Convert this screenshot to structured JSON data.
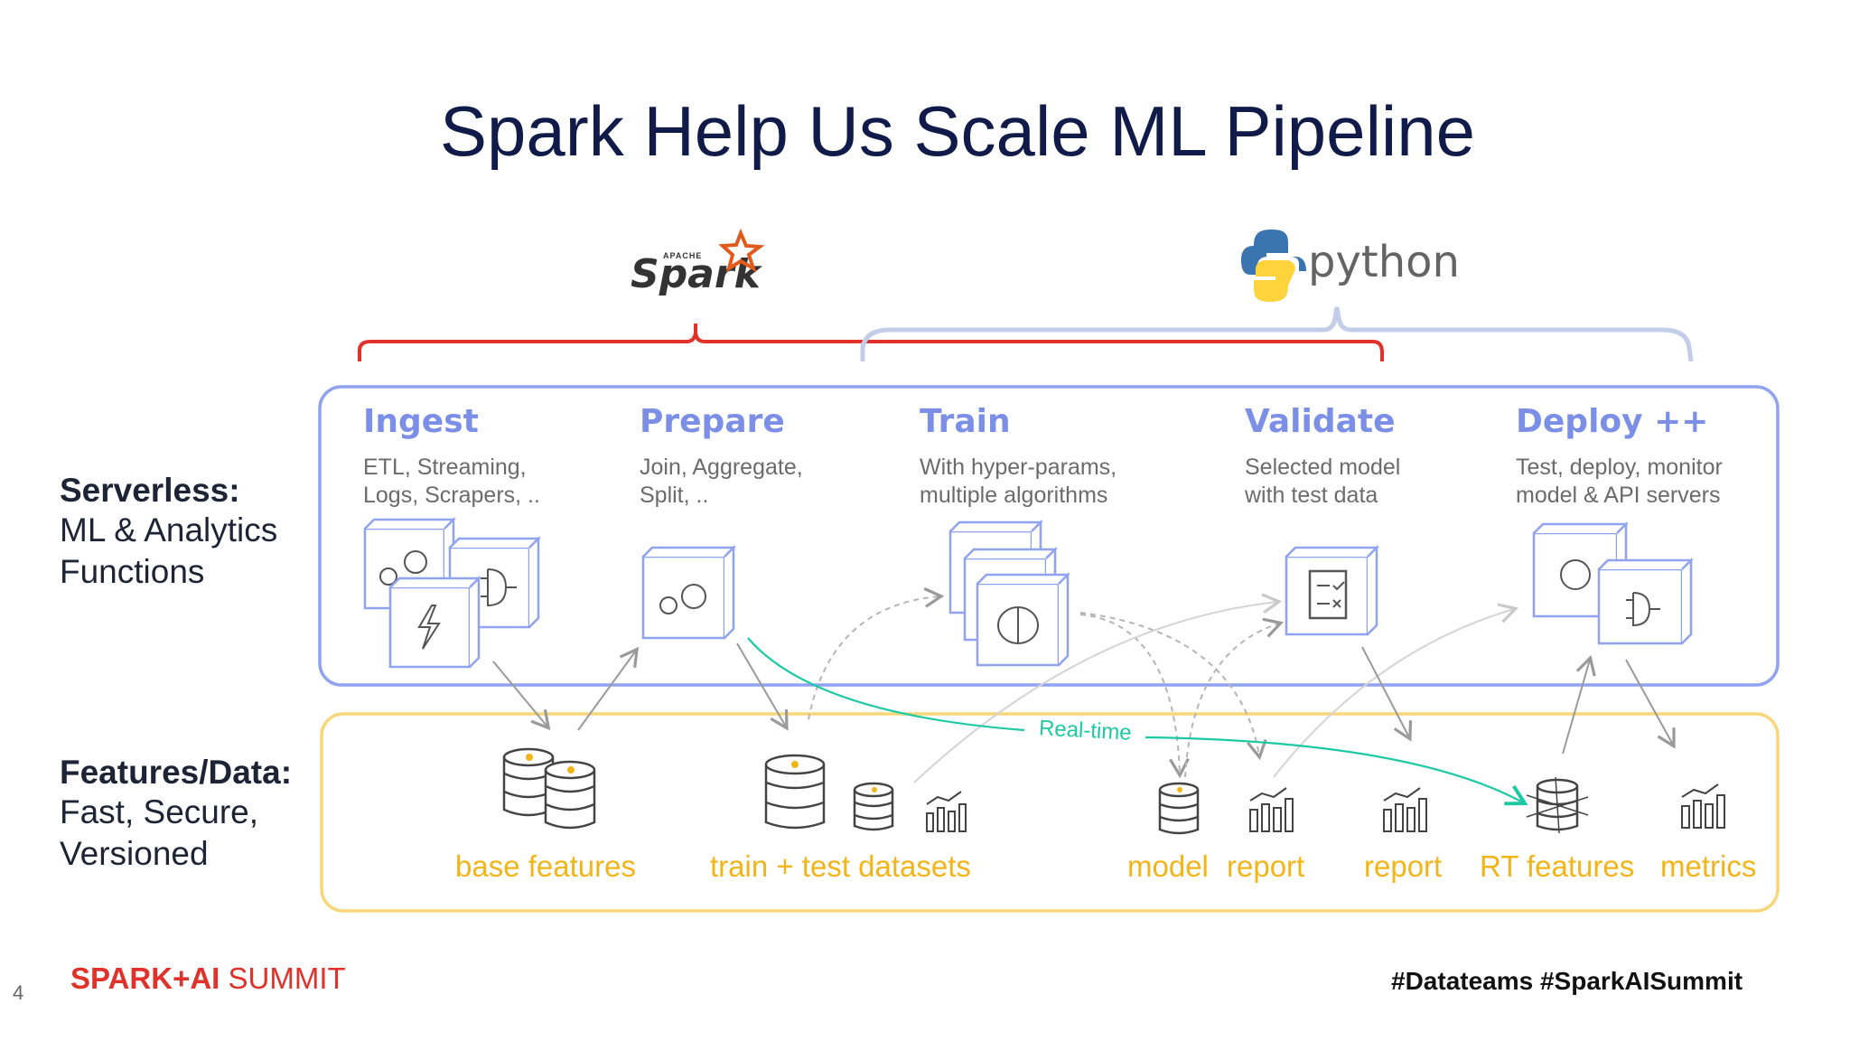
{
  "title": "Spark Help Us Scale ML Pipeline",
  "logos": {
    "spark": "Spark",
    "spark_apache": "APACHE",
    "python": "python"
  },
  "stages": [
    {
      "name": "Ingest",
      "desc1": "ETL, Streaming,",
      "desc2": "Logs, Scrapers, .."
    },
    {
      "name": "Prepare",
      "desc1": "Join, Aggregate,",
      "desc2": "Split, .."
    },
    {
      "name": "Train",
      "desc1": "With hyper-params,",
      "desc2": "multiple algorithms"
    },
    {
      "name": "Validate",
      "desc1": "Selected model",
      "desc2": "with test data"
    },
    {
      "name": "Deploy ++",
      "desc1": "Test, deploy, monitor",
      "desc2": "model & API servers"
    }
  ],
  "left_labels": {
    "serverless_bold": "Serverless:",
    "serverless_1": "ML & Analytics",
    "serverless_2": "Functions",
    "features_bold": "Features/Data:",
    "features_1": "Fast, Secure,",
    "features_2": "Versioned"
  },
  "features": {
    "base": "base features",
    "train_test": "train + test datasets",
    "model": "model",
    "report1": "report",
    "report2": "report",
    "rt": "RT features",
    "metrics": "metrics"
  },
  "realtime_label": "Real-time",
  "footer": {
    "page_number": "4",
    "summit_bold": "SPARK+AI",
    "summit_rest": " SUMMIT",
    "hashtags": "#Datateams  #SparkAISummit"
  },
  "colors": {
    "title": "#101b4a",
    "stage_name": "#7b8fe6",
    "serverless_border": "#8fa3f0",
    "features_border": "#f7d77a",
    "feature_label": "#f2b519",
    "spark_brace": "#e0322b",
    "python_brace": "#c3cde8",
    "realtime": "#1cc9a3"
  }
}
